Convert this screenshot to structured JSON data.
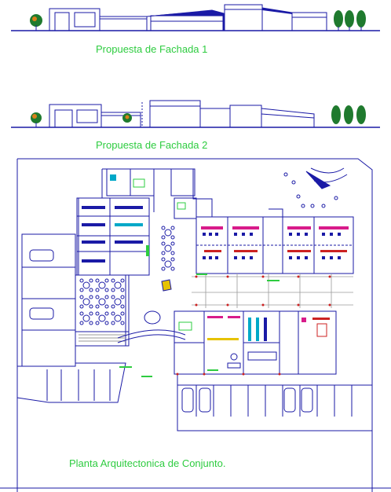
{
  "captions": {
    "facade1": "Propuesta de Fachada 1",
    "facade2": "Propuesta de Fachada 2",
    "plan": "Planta Arquitectonica de Conjunto."
  },
  "colors": {
    "line": "#1a1aa6",
    "caption": "#2ecc40",
    "tree_green": "#1f7a2e",
    "tree_orange": "#d9801a",
    "magenta": "#d81b8a",
    "cyan": "#00a8c8",
    "yellow": "#e6c200",
    "red": "#cc2222",
    "gray": "#9a9a9a"
  }
}
